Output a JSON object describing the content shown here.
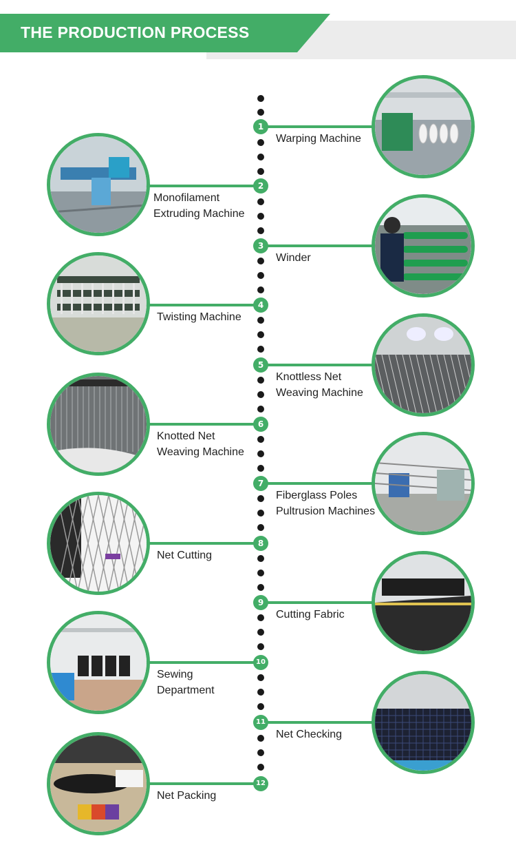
{
  "header": {
    "title": "THE PRODUCTION PROCESS",
    "accent": "#43ad67"
  },
  "steps": [
    {
      "number": "1",
      "line1": "Warping Machine",
      "line2": ""
    },
    {
      "number": "2",
      "line1": "Monofilament",
      "line2": "Extruding Machine"
    },
    {
      "number": "3",
      "line1": "Winder",
      "line2": ""
    },
    {
      "number": "4",
      "line1": "Twisting Machine",
      "line2": ""
    },
    {
      "number": "5",
      "line1": "Knottless Net",
      "line2": "Weaving Machine"
    },
    {
      "number": "6",
      "line1": "Knotted Net",
      "line2": "Weaving Machine"
    },
    {
      "number": "7",
      "line1": "Fiberglass Poles",
      "line2": "Pultrusion Machines"
    },
    {
      "number": "8",
      "line1": "Net Cutting",
      "line2": ""
    },
    {
      "number": "9",
      "line1": "Cutting Fabric",
      "line2": ""
    },
    {
      "number": "10",
      "line1": "Sewing",
      "line2": "Department"
    },
    {
      "number": "11",
      "line1": "Net Checking",
      "line2": ""
    },
    {
      "number": "12",
      "line1": "Net Packing",
      "line2": ""
    }
  ]
}
